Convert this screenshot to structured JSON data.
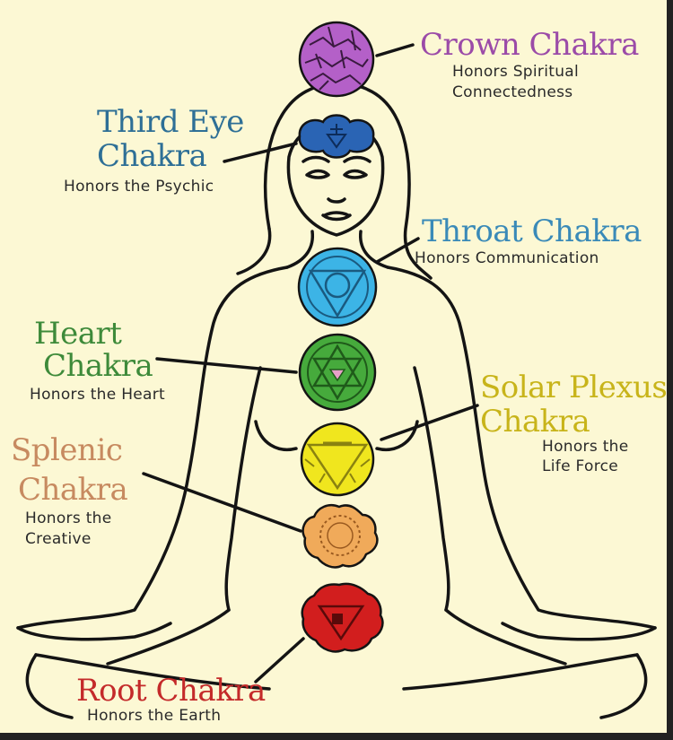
{
  "colors": {
    "background": "#fcf8d4",
    "outline": "#141414",
    "crown": "#b460c8",
    "third_eye": "#2a64b4",
    "throat": "#3cb4e6",
    "heart": "#46aa3c",
    "solar_plexus": "#f0e61e",
    "splenic": "#f0aa5a",
    "root": "#d21e1e"
  },
  "chakras": {
    "crown": {
      "title": "Crown Chakra",
      "sub1": "Honors Spiritual",
      "sub2": "Connectedness",
      "color": "#9b4ba8"
    },
    "third_eye": {
      "title1": "Third Eye",
      "title2": "Chakra",
      "sub": "Honors the Psychic",
      "color": "#2e6f96"
    },
    "throat": {
      "title": "Throat Chakra",
      "sub": "Honors Communication",
      "color": "#3a8ab8"
    },
    "heart": {
      "title1": "Heart",
      "title2": "Chakra",
      "sub": "Honors the Heart",
      "color": "#3e8a3a"
    },
    "solar_plexus": {
      "title1": "Solar Plexus",
      "title2": "Chakra",
      "sub1": "Honors the",
      "sub2": "Life Force",
      "color": "#c8b41a"
    },
    "splenic": {
      "title1": "Splenic",
      "title2": "Chakra",
      "sub1": "Honors the",
      "sub2": "Creative",
      "color": "#c78a60"
    },
    "root": {
      "title": "Root Chakra",
      "sub": "Honors the Earth",
      "color": "#c42a2a"
    }
  }
}
